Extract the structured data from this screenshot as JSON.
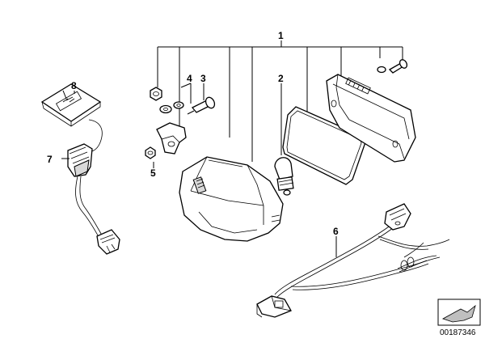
{
  "callouts": {
    "c1": "1",
    "c2": "2",
    "c3": "3",
    "c4": "4",
    "c5": "5",
    "c6": "6",
    "c7": "7",
    "c8": "8"
  },
  "reference_number": "00187346",
  "icons": [
    "pointer-arrow-icon"
  ]
}
